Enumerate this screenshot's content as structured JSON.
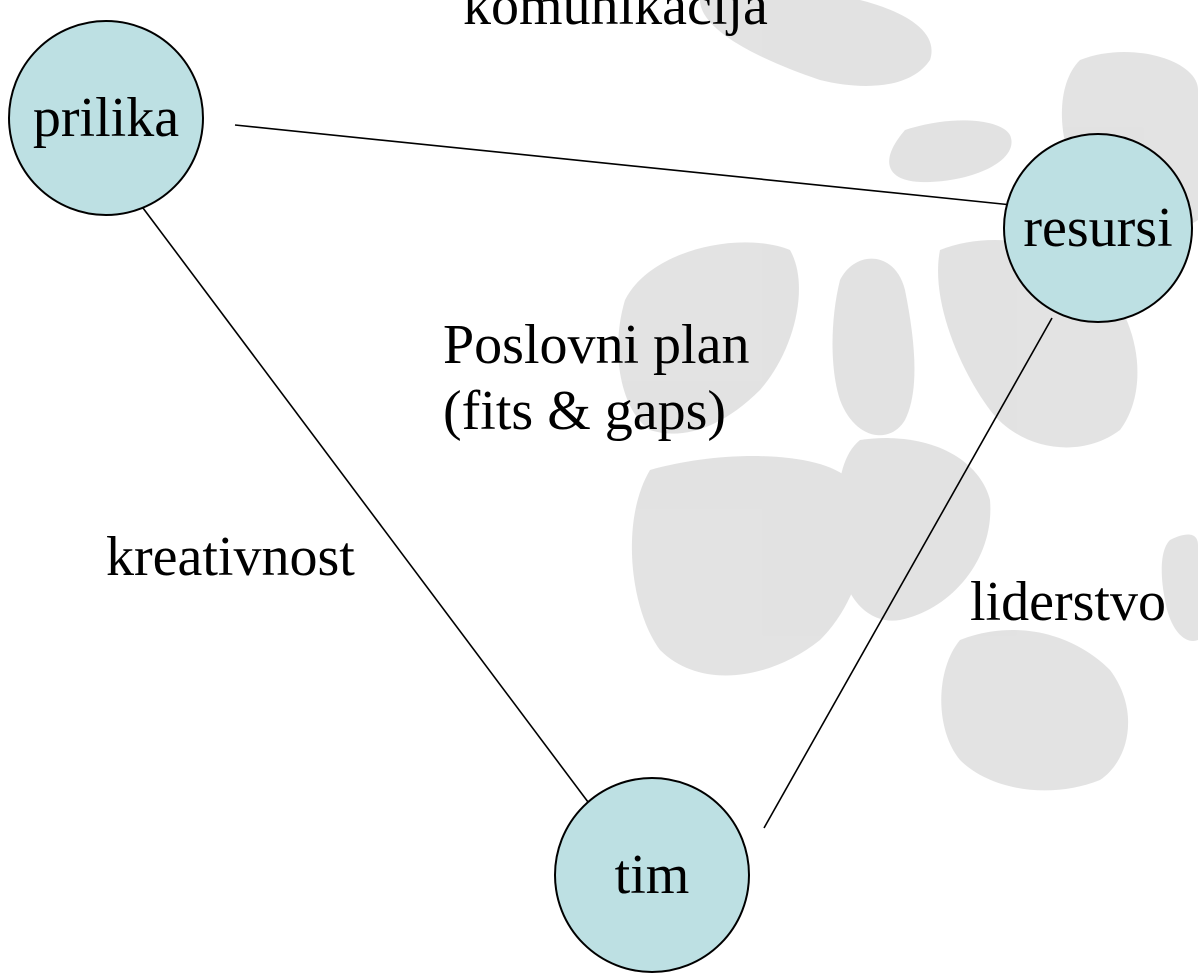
{
  "colors": {
    "node_fill": "#bde0e3",
    "node_border": "#000000",
    "edge": "#000000",
    "watermark": "#dddddd",
    "background": "#ffffff"
  },
  "top_label": "komunikacija",
  "nodes": {
    "prilika": "prilika",
    "resursi": "resursi",
    "tim": "tim"
  },
  "center": {
    "line1": "Poslovni plan",
    "line2": "(fits & gaps)"
  },
  "edge_labels": {
    "left": "kreativnost",
    "right": "liderstvo"
  }
}
